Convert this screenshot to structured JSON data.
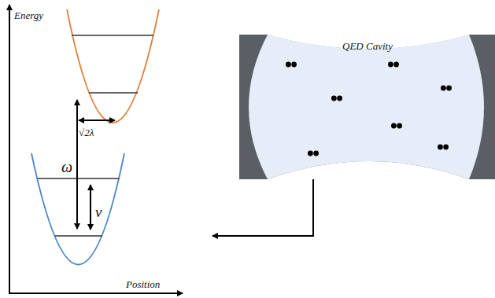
{
  "diagram": {
    "nodes": [
      {
        "text": [
          "QED Cavity"
        ]
      }
    ],
    "labels": [
      "Energy",
      "Position",
      "ω",
      "ν",
      "√2λ"
    ]
  }
}
